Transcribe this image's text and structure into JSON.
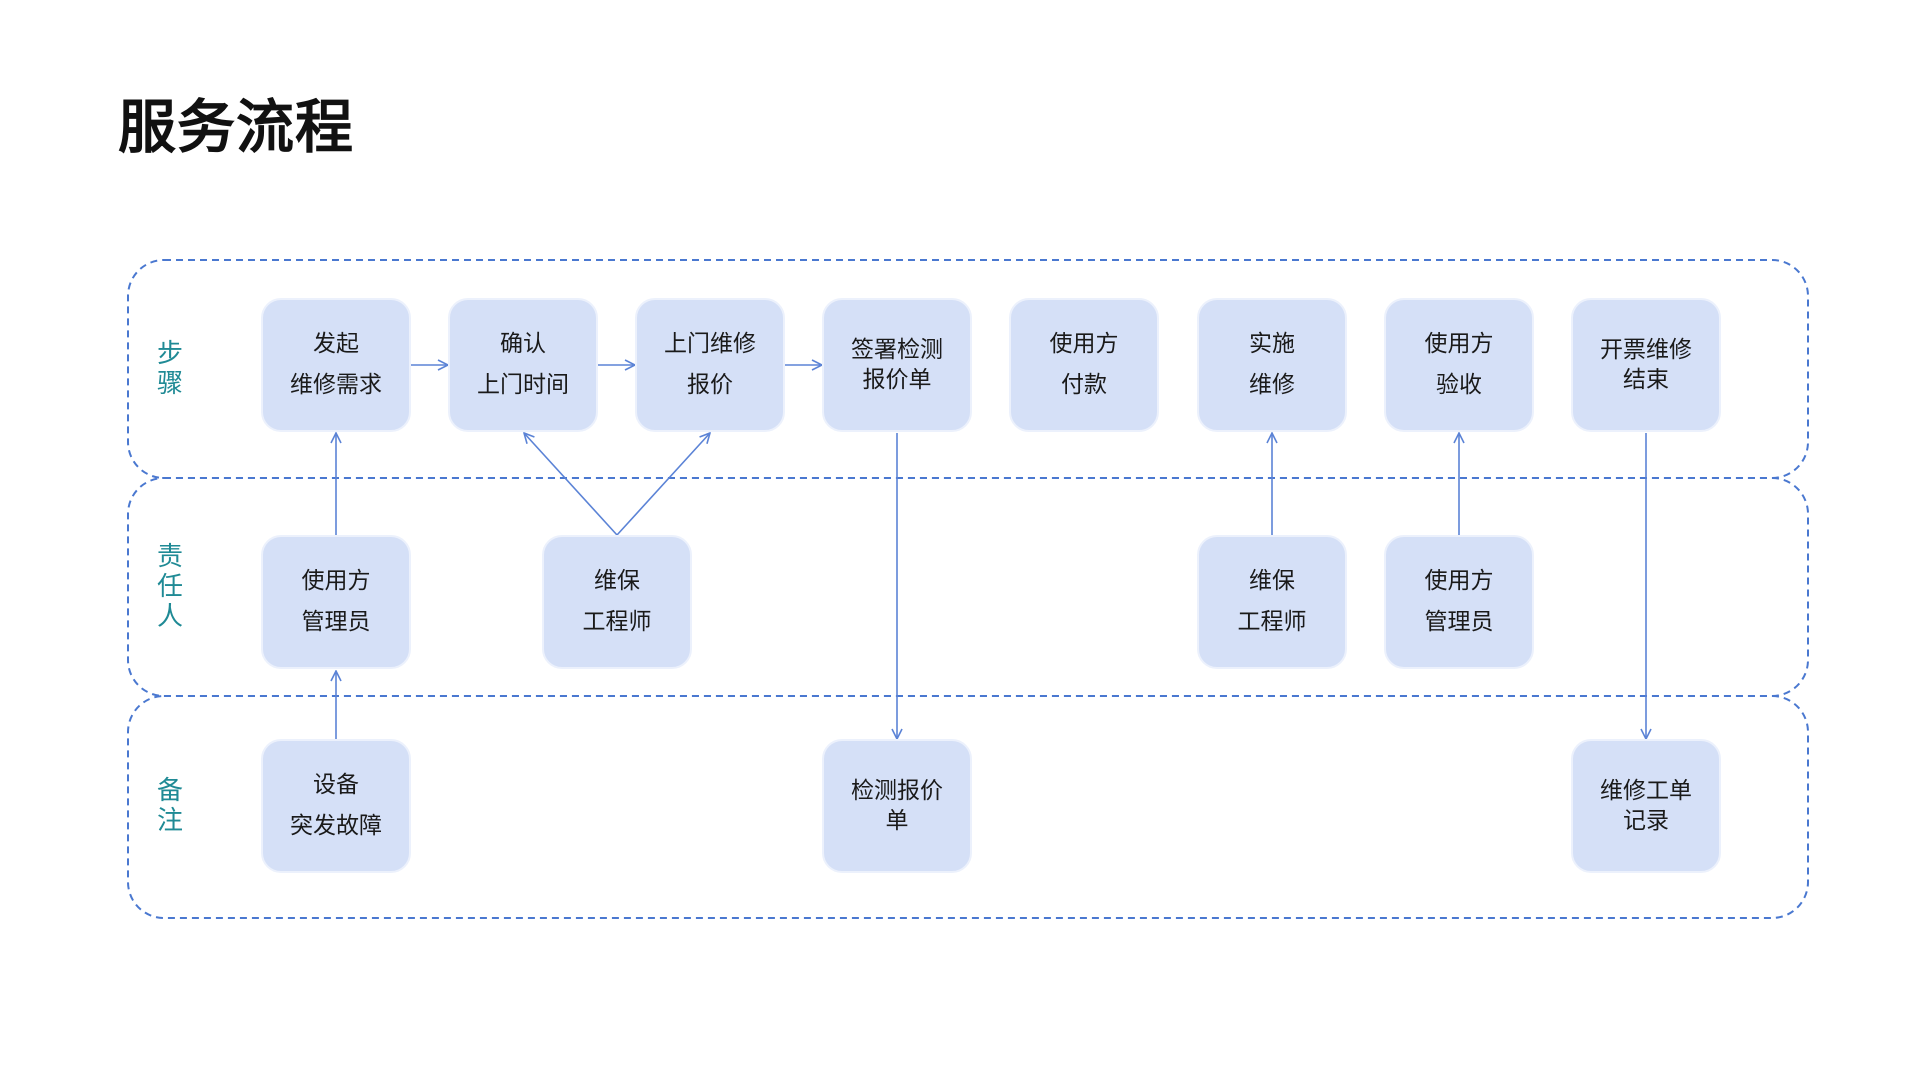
{
  "title": "服务流程",
  "lanes": [
    {
      "label": "步\n骤"
    },
    {
      "label": "责\n任\n人"
    },
    {
      "label": "备\n注"
    }
  ],
  "steps": [
    {
      "label": "发起\n维修需求"
    },
    {
      "label": "确认\n上门时间"
    },
    {
      "label": "上门维修\n报价"
    },
    {
      "label": "签署检测\n报价单"
    },
    {
      "label": "使用方\n付款"
    },
    {
      "label": "实施\n维修"
    },
    {
      "label": "使用方\n验收"
    },
    {
      "label": "开票维修\n结束"
    }
  ],
  "owners": [
    {
      "label": "使用方\n管理员"
    },
    {
      "label": "维保\n工程师"
    },
    {
      "label": "维保\n工程师"
    },
    {
      "label": "使用方\n管理员"
    }
  ],
  "notes": [
    {
      "label": "设备\n突发故障"
    },
    {
      "label": "检测报价\n单"
    },
    {
      "label": "维修工单\n记录"
    }
  ],
  "colors": {
    "accent": "#5b83d6",
    "box_fill": "#d5e0f7",
    "lane_label": "#1f8a95",
    "lane_border": "#4a78d0"
  }
}
